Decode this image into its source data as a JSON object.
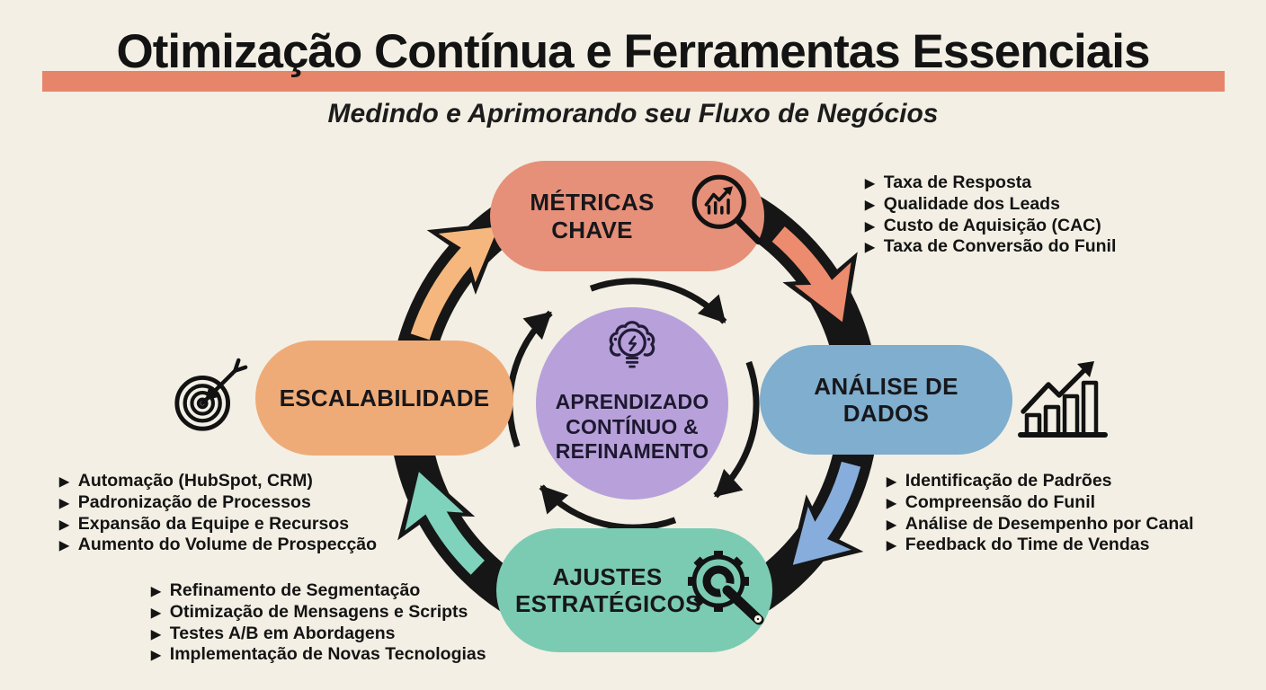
{
  "header": {
    "title": "Otimização Contínua e Ferramentas Essenciais",
    "subtitle": "Medindo e Aprimorando seu Fluxo de Negócios",
    "highlight_color": "#E6856A"
  },
  "background_color": "#F3EFE4",
  "center": {
    "label": "APRENDIZADO CONTÍNUO & REFINAMENTO",
    "icon": "brain-bulb-icon",
    "color": "#B8A1DA"
  },
  "cycle": {
    "direction": "clockwise",
    "ring_color": "#161616",
    "arrows": [
      {
        "from": "ESCALABILIDADE",
        "to": "MÉTRICAS CHAVE",
        "color": "#F5B77D"
      },
      {
        "from": "MÉTRICAS CHAVE",
        "to": "ANÁLISE DE DADOS",
        "color": "#ED8B6E"
      },
      {
        "from": "ANÁLISE DE DADOS",
        "to": "AJUSTES ESTRATÉGICOS",
        "color": "#86ADDC"
      },
      {
        "from": "AJUSTES ESTRATÉGICOS",
        "to": "ESCALABILIDADE",
        "color": "#7FD2BC"
      }
    ]
  },
  "nodes": {
    "metricas": {
      "label": "MÉTRICAS CHAVE",
      "color": "#E69079",
      "icon": "magnifier-chart-icon",
      "items": [
        "Taxa de Resposta",
        "Qualidade dos Leads",
        "Custo de Aquisição (CAC)",
        "Taxa de Conversão do Funil"
      ]
    },
    "analise": {
      "label": "ANÁLISE DE DADOS",
      "color": "#7FAECE",
      "icon": "growth-bar-chart-icon",
      "items": [
        "Identificação de Padrões",
        "Compreensão do Funil",
        "Análise de Desempenho por Canal",
        "Feedback do Time de Vendas"
      ]
    },
    "ajustes": {
      "label": "AJUSTES ESTRATÉGICOS",
      "color": "#7BCBB2",
      "icon": "gear-wrench-icon",
      "items": [
        "Refinamento de Segmentação",
        "Otimização de Mensagens e Scripts",
        "Testes A/B em Abordagens",
        "Implementação de Novas Tecnologias"
      ]
    },
    "escalabilidade": {
      "label": "ESCALABILIDADE",
      "color": "#EFAB77",
      "icon": "target-arrow-icon",
      "items": [
        "Automação (HubSpot, CRM)",
        "Padronização de Processos",
        "Expansão da Equipe e Recursos",
        "Aumento do Volume de Prospecção"
      ]
    }
  },
  "glyphs": {
    "bullet": "▶"
  }
}
